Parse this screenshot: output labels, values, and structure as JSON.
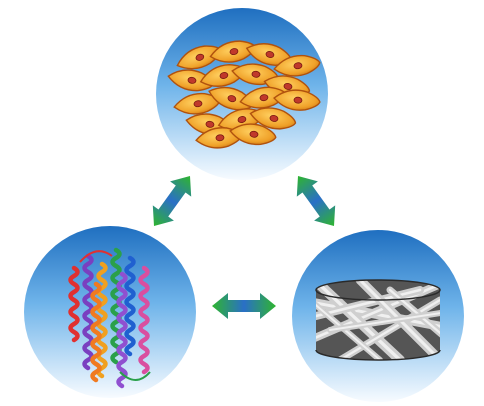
{
  "diagram": {
    "nodes": [
      {
        "id": "cells",
        "depicts": "cell-cluster"
      },
      {
        "id": "protein",
        "depicts": "alpha-helix-bundle"
      },
      {
        "id": "scaffold",
        "depicts": "fibrous-scaffold-cylinder"
      }
    ],
    "connections": [
      {
        "from": "cells",
        "to": "protein",
        "style": "double-arrow"
      },
      {
        "from": "cells",
        "to": "scaffold",
        "style": "double-arrow"
      },
      {
        "from": "protein",
        "to": "scaffold",
        "style": "double-arrow"
      }
    ],
    "colors": {
      "circle_top": "#1f6fc0",
      "circle_mid": "#6fb4ea",
      "circle_bottom": "#f4f9ff",
      "arrow_green": "#2fb52f",
      "arrow_blue": "#2a6fc7",
      "cell_fill": "#f0a22a",
      "cell_edge": "#b0520e",
      "nucleus": "#c0392b",
      "helix_colors": [
        "#e03030",
        "#7a3fc0",
        "#f0a020",
        "#2aa04a",
        "#2060d0",
        "#d94fa0",
        "#f07a20",
        "#9050d0"
      ]
    }
  }
}
